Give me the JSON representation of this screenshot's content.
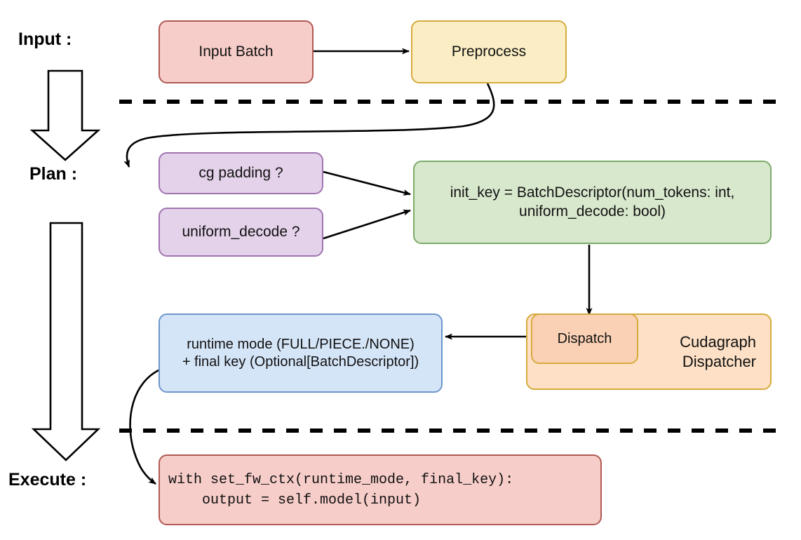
{
  "diagram": {
    "title_stages": [
      {
        "key": "input",
        "label": "Input :"
      },
      {
        "key": "plan",
        "label": "Plan :"
      },
      {
        "key": "execute",
        "label": "Execute :"
      }
    ],
    "nodes": {
      "input_batch": {
        "label": "Input Batch",
        "fill": "#f6cdc9",
        "stroke": "#b05a52"
      },
      "preprocess": {
        "label": "Preprocess",
        "fill": "#fbeec5",
        "stroke": "#d6ab3c"
      },
      "cg_padding": {
        "label": "cg padding ?",
        "fill": "#e4d2ea",
        "stroke": "#a074b0"
      },
      "uniform_decode": {
        "label": "uniform_decode ?",
        "fill": "#e4d2ea",
        "stroke": "#a074b0"
      },
      "init_key": {
        "line1": "init_key = BatchDescriptor(num_tokens: int,",
        "line2": "uniform_decode: bool)",
        "fill": "#d8e8cd",
        "stroke": "#7caa6a"
      },
      "runtime_mode": {
        "line1": "runtime mode (FULL/PIECE./NONE)",
        "line2": "+ final key (Optional[BatchDescriptor])",
        "fill": "#d5e5f8",
        "stroke": "#6d95cb"
      },
      "cudagraph_dispatcher": {
        "line1": "Cudagraph",
        "line2": "Dispatcher",
        "fill": "#fde0c5",
        "stroke": "#d6ab3c"
      },
      "dispatch": {
        "label": "Dispatch",
        "fill": "#fad1b5",
        "stroke": "#d6ab3c"
      },
      "execute_code": {
        "line1": "with set_fw_ctx(runtime_mode, final_key):",
        "line2": "    output = self.model(input)",
        "fill": "#f6cdc9",
        "stroke": "#b05a52"
      }
    },
    "separators": [
      {
        "name": "input-plan-divider",
        "style": "dashed"
      },
      {
        "name": "plan-execute-divider",
        "style": "dashed"
      }
    ],
    "flow_arrows": [
      {
        "from": "input_batch",
        "to": "preprocess"
      },
      {
        "from": "preprocess",
        "to": "cg_padding"
      },
      {
        "from": "cg_padding",
        "to": "init_key"
      },
      {
        "from": "uniform_decode",
        "to": "init_key"
      },
      {
        "from": "init_key",
        "to": "dispatch"
      },
      {
        "from": "dispatch",
        "to": "runtime_mode"
      },
      {
        "from": "runtime_mode",
        "to": "execute_code"
      }
    ],
    "stage_arrows": [
      {
        "name": "input-to-plan-stage-arrow"
      },
      {
        "name": "plan-to-execute-stage-arrow"
      }
    ]
  }
}
